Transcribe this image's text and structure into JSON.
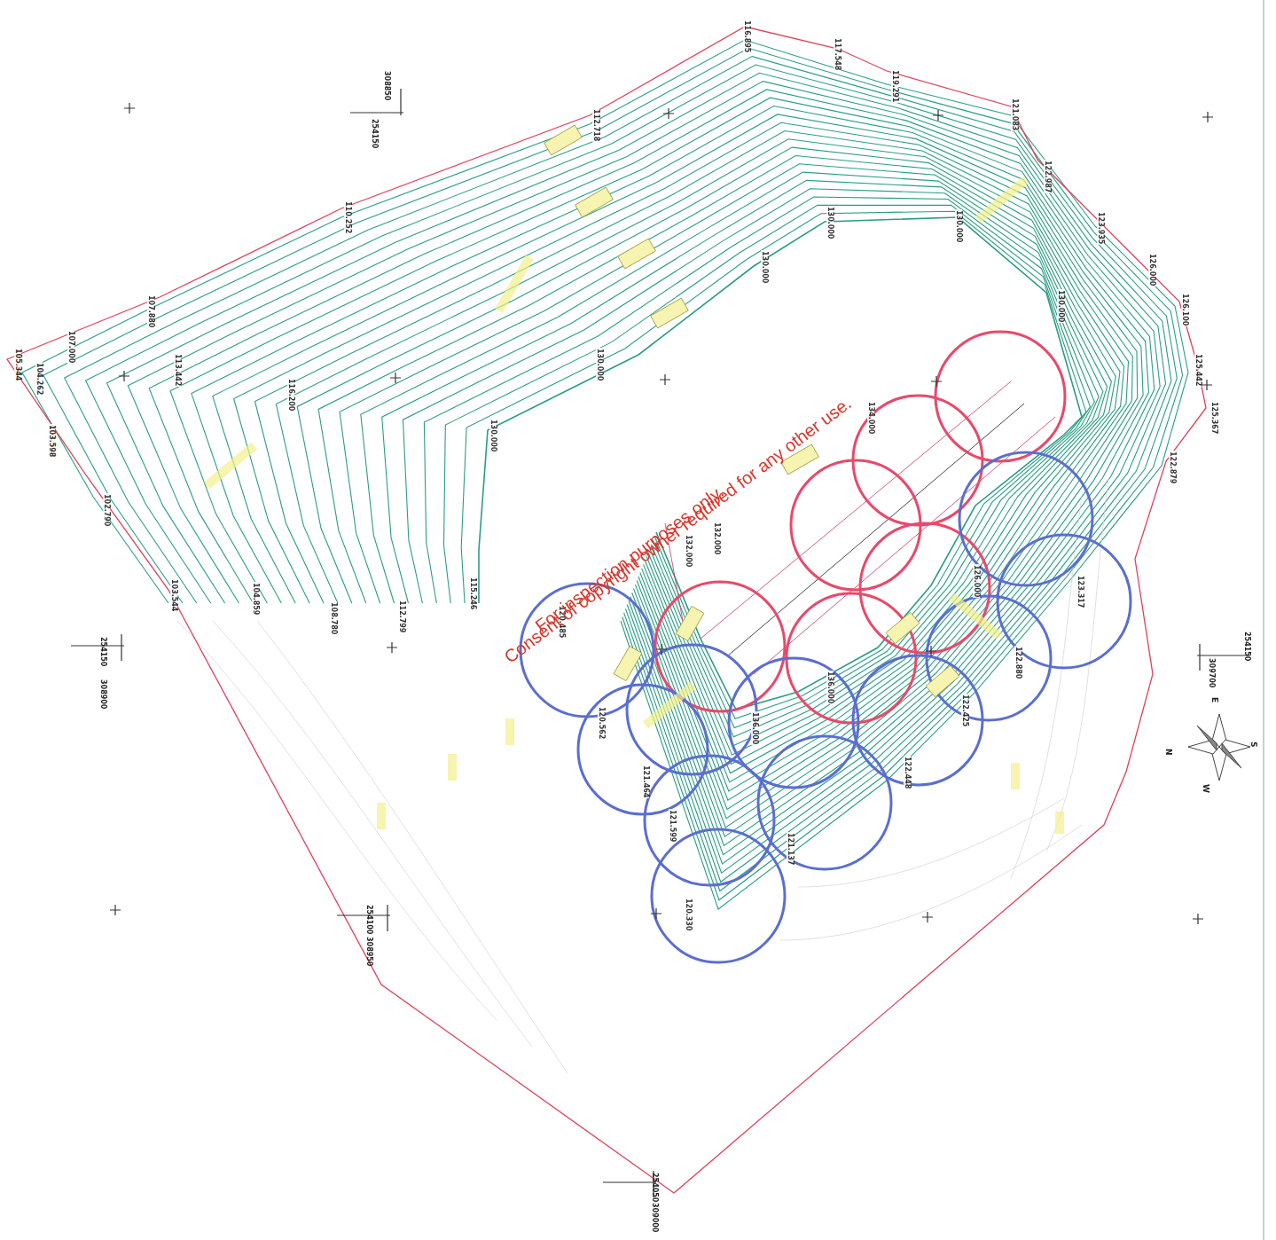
{
  "diagram": {
    "labels": [
      "116.895",
      "117.548",
      "119.291",
      "121.083",
      "122.987",
      "123.935",
      "126.000",
      "126.100",
      "125.442",
      "125.367",
      "122.879",
      "123.317",
      "122.880",
      "122.425",
      "122.448",
      "121.137",
      "120.330",
      "121.599",
      "121.464",
      "120.562",
      "120.485",
      "112.799",
      "115.246",
      "108.780",
      "104.859",
      "103.544",
      "102.790",
      "103.598",
      "104.262",
      "105.344",
      "107.000",
      "107.880",
      "110.252",
      "112.718",
      "113.442",
      "116.200",
      "130.000",
      "130.000",
      "130.000",
      "130.000",
      "130.000",
      "130.000",
      "132.000",
      "132.000",
      "134.000",
      "136.000",
      "136.000",
      "126.000",
      "308850",
      "254150",
      "254150",
      "308900",
      "254100",
      "308950",
      "254050",
      "309000",
      "309700",
      "254150",
      "For inspection purposes only.",
      "Consent of copyright owner required for any other use.",
      "N",
      "E",
      "S",
      "W"
    ]
  }
}
